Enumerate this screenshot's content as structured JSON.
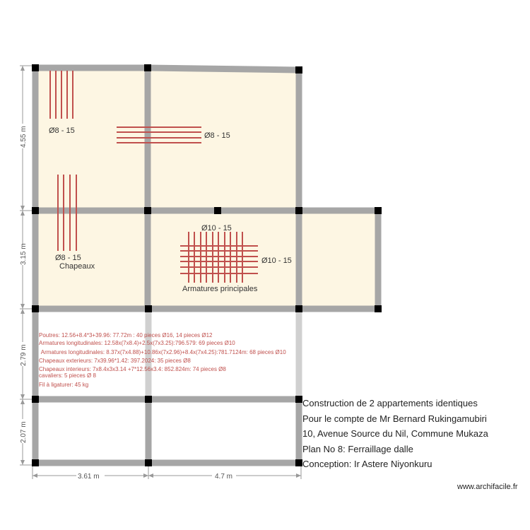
{
  "plan": {
    "colors": {
      "slab_fill": "#fdf6e3",
      "beam": "#a6a6a6",
      "beam_light": "#d0d0d0",
      "column": "#000000",
      "rebar": "#c0504d",
      "dimension_line": "#999999",
      "note_text": "#c0504d"
    },
    "dimensions": {
      "vertical": [
        "4.55 m",
        "3.15 m",
        "2.79 m",
        "2.07 m"
      ],
      "horizontal": [
        "3.61 m",
        "4.7 m"
      ]
    },
    "rebar_labels": {
      "top_left": "Ø8 - 15",
      "top_middle": "Ø8 - 15",
      "mid_left": "Ø8 - 15",
      "mid_left_caption": "Chapeaux",
      "mesh_top": "Ø10 - 15",
      "mesh_right": "Ø10 - 15",
      "mesh_caption": "Armatures principales"
    },
    "notes": [
      "Poutres: 12.56+8.4*3+39.96: 77.72m : 40 pieces Ø16, 14 pieces Ø12",
      "Armatures longitudinales: 12.58x(7x8.4)+2.5x(7x3.25):796.579: 69 pieces Ø10",
      " Armatures longitudinales: 8.37x(7x4.88)+10.86x(7x2.96)+8.4x(7x4.25):781.7124m: 68 pieces Ø10",
      "Chapeaux exterieurs: 7x39.96*1.42: 397.2024: 35 pieces Ø8",
      "Chapeaux interieurs: 7x8.4x3x3.14 +7*12.56x3.4: 852.824m: 74 pieces Ø8",
      "cavaliers: 5 pieces Ø 8",
      "Fil à ligaturer: 45 kg"
    ]
  },
  "title_block": {
    "line1": "Construction de 2 appartements identiques",
    "line2": "Pour le compte de Mr Bernard Rukingamubiri",
    "line3": "10, Avenue Source du Nil, Commune Mukaza",
    "line4": "Plan No 8: Ferraillage dalle",
    "line5": "Conception: Ir Astere Niyonkuru"
  },
  "watermark": "www.archifacile.fr"
}
